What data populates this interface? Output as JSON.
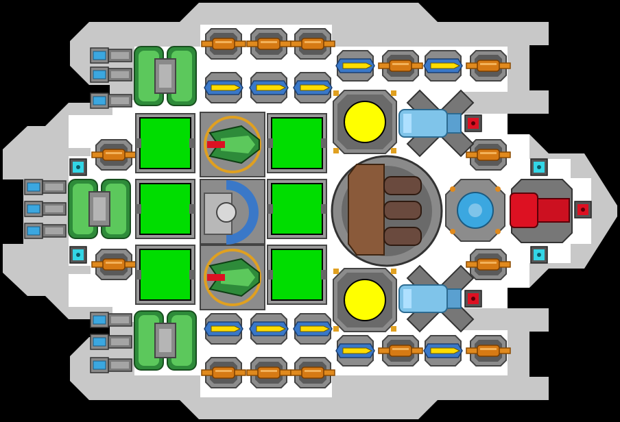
{
  "colors": {
    "background": "#000000",
    "hull_gray": "#c8c8c8",
    "deck_white": "#ffffff",
    "armor_panel": "#999999",
    "armor_dark": "#555555",
    "engine_green": "#2e8b3a",
    "engine_green_light": "#5cc85c",
    "thruster_blue": "#3ba7e0",
    "cannon_orange": "#e08a1e",
    "missile_yellow": "#ffdd00",
    "missile_blue": "#3a78c8",
    "tank_green": "#00dd00",
    "core_yellow": "#ffff00",
    "ion_blue": "#7fc4ea",
    "laser_red": "#dd1122",
    "sensor_cyan": "#33d6e6",
    "reactor_brown": "#8a5a3a"
  },
  "ship": {
    "rows": {
      "thrusters": [
        "thruster-icon",
        "thruster-icon",
        "thruster-icon"
      ],
      "orange_cannons_top": [
        "cannon-icon",
        "cannon-icon",
        "cannon-icon"
      ],
      "missile_row_top": [
        "missile-launcher-icon",
        "missile-launcher-icon",
        "missile-launcher-icon"
      ],
      "fuel_tanks": [
        "fuel-tank-icon",
        "fuel-tank-icon",
        "fuel-tank-icon",
        "fuel-tank-icon",
        "fuel-tank-icon",
        "fuel-tank-icon"
      ]
    },
    "modules": [
      "hull-frame",
      "thruster-block",
      "engine-block",
      "cannon-turret",
      "missile-launcher",
      "fuel-tank",
      "fighter-bay",
      "shield-generator",
      "power-core",
      "ion-cannon",
      "laser-turret",
      "sensor-node",
      "main-reactor",
      "gyroscope",
      "heavy-laser"
    ]
  }
}
